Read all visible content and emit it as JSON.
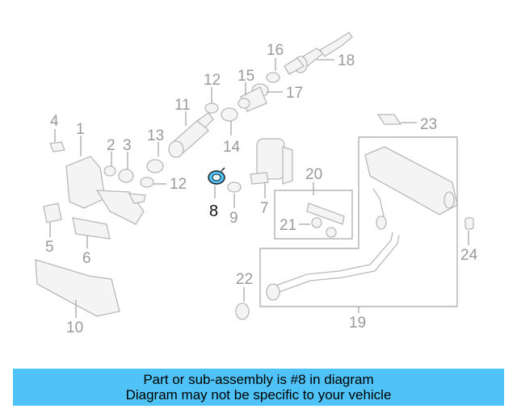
{
  "diagram": {
    "highlighted_part": "8",
    "callouts": {
      "c1": "1",
      "c2": "2",
      "c3": "3",
      "c4": "4",
      "c5": "5",
      "c6": "6",
      "c7": "7",
      "c8": "8",
      "c9": "9",
      "c10": "10",
      "c11": "11",
      "c12a": "12",
      "c12b": "12",
      "c13": "13",
      "c14": "14",
      "c15": "15",
      "c16": "16",
      "c17": "17",
      "c18": "18",
      "c19": "19",
      "c20": "20",
      "c21": "21",
      "c22": "22",
      "c23": "23",
      "c24": "24"
    },
    "highlight_color": "#4fc3f7"
  },
  "banner": {
    "line1": "Part or sub-assembly is #8 in diagram",
    "line2": "Diagram may not be specific to your vehicle",
    "background": "#4fc3f7"
  }
}
